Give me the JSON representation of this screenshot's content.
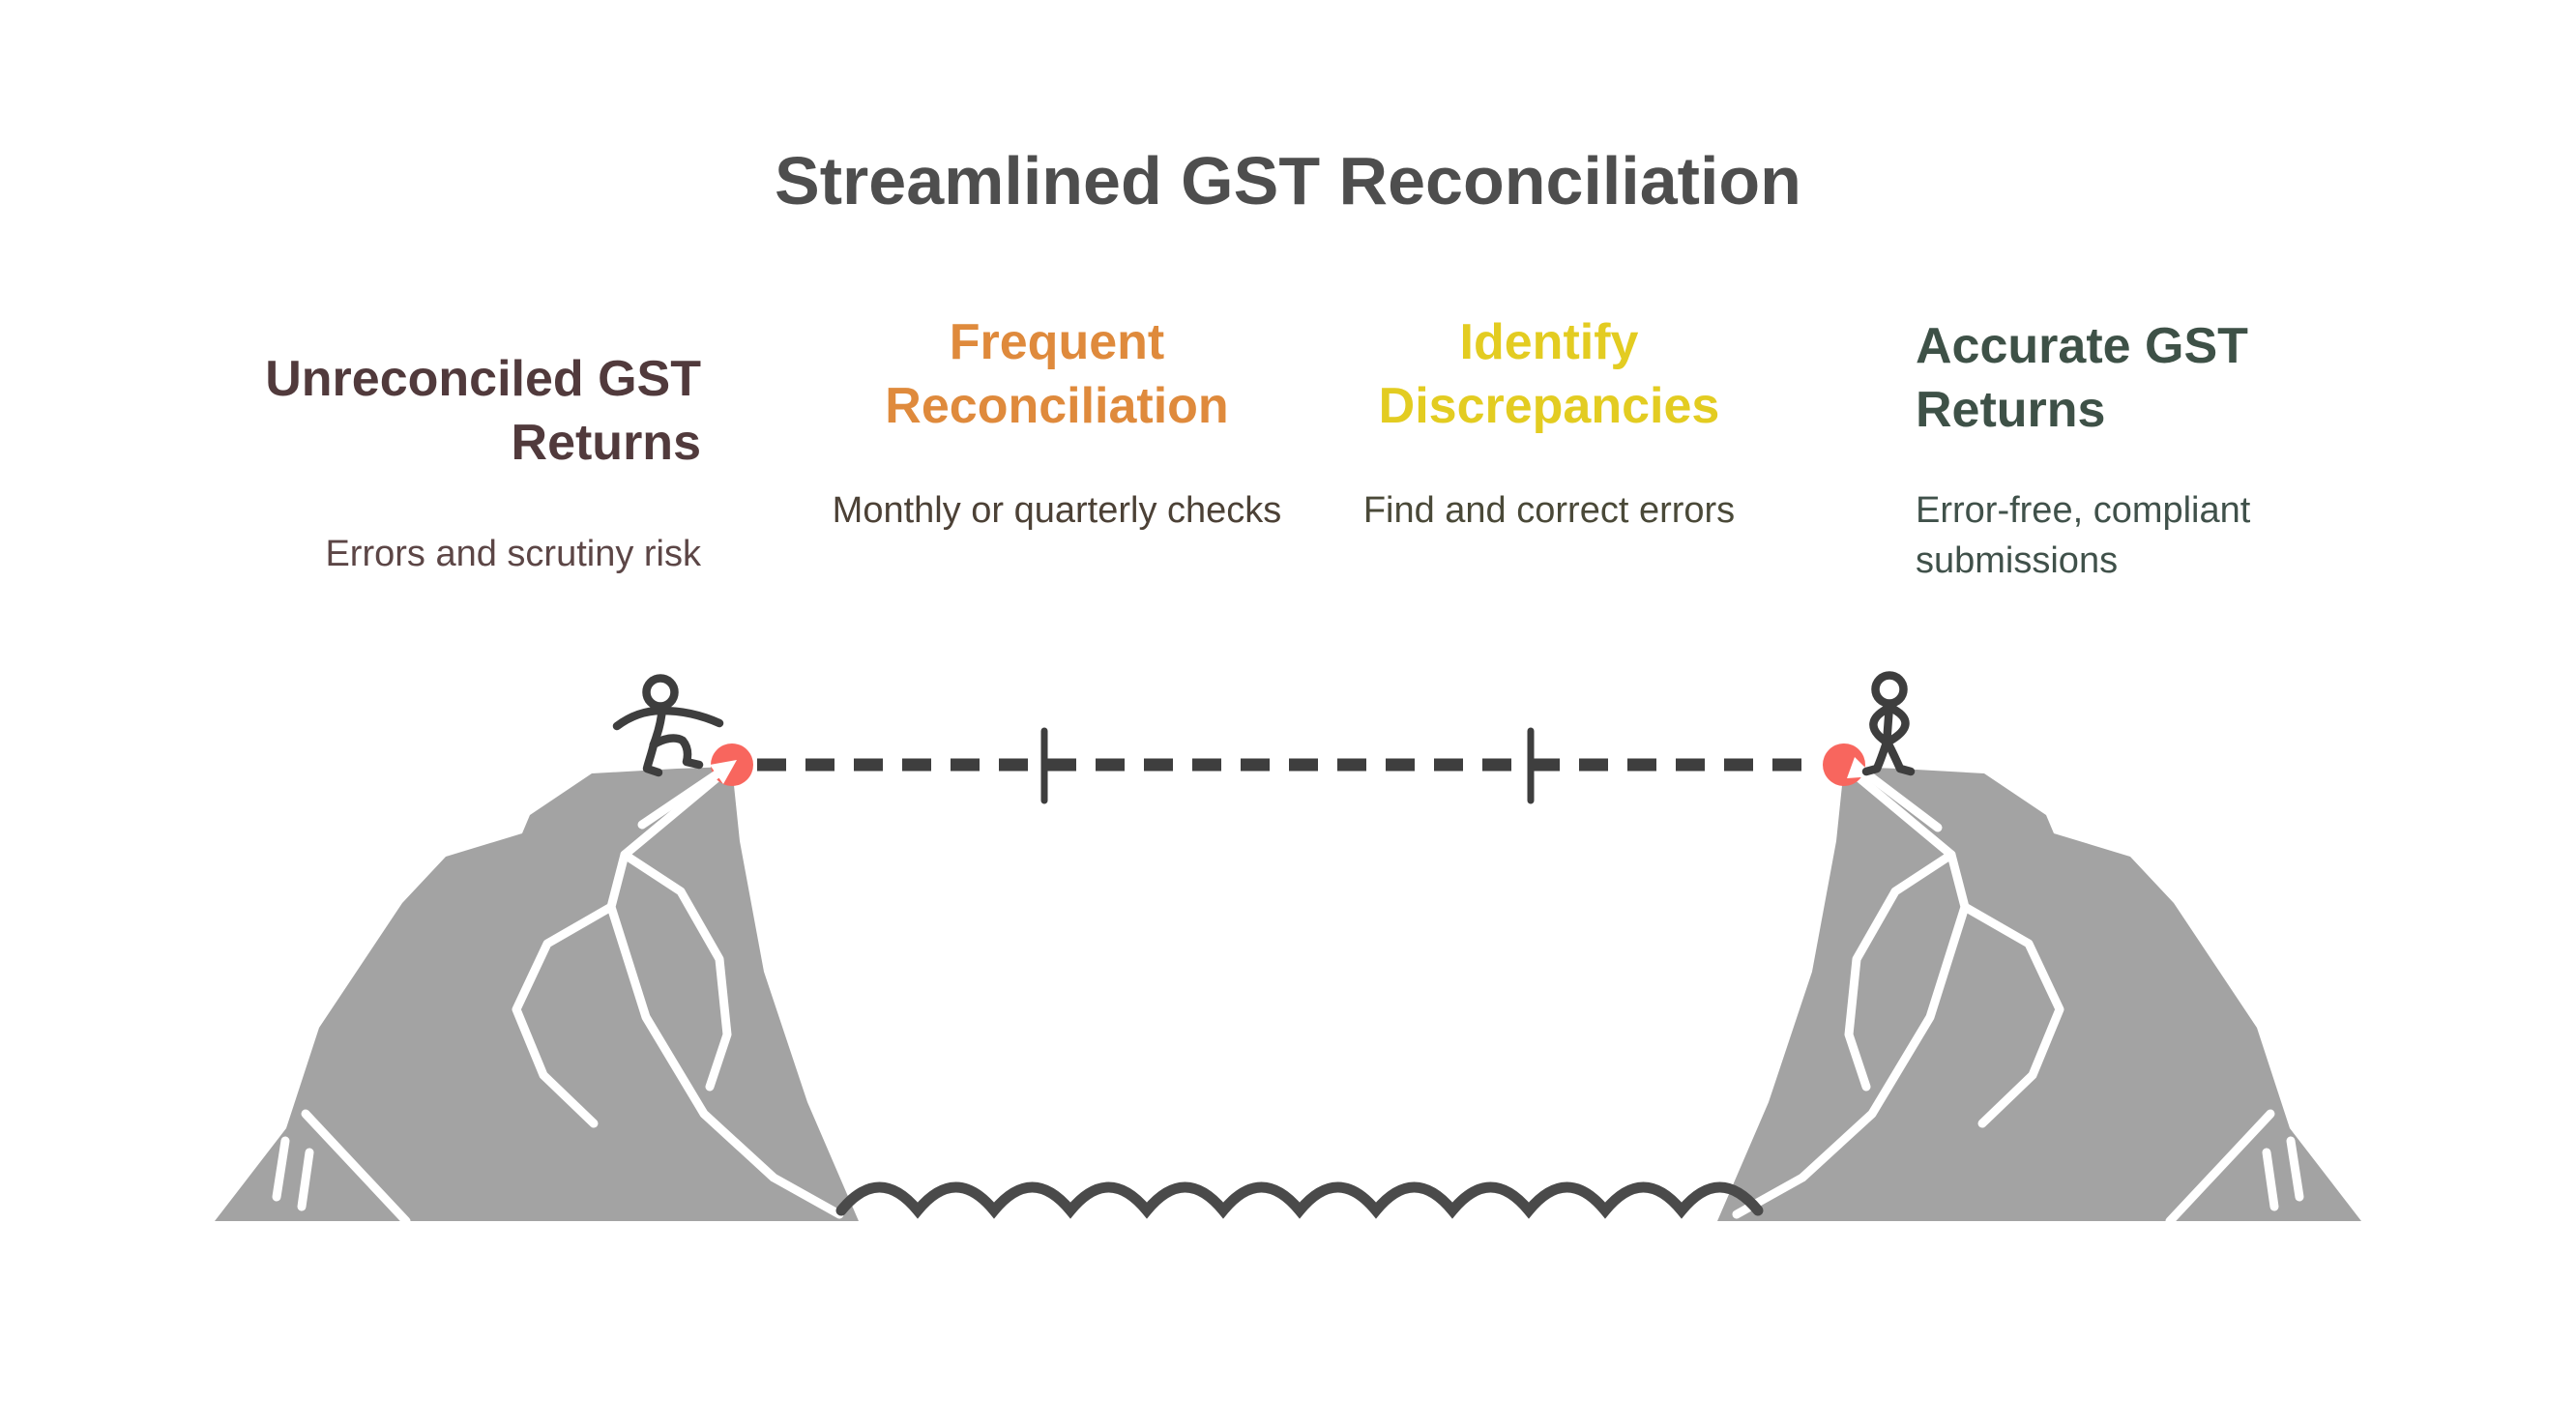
{
  "title": "Streamlined GST Reconciliation",
  "columns": [
    {
      "heading": "Unreconciled GST Returns",
      "body": "Errors and scrutiny risk",
      "heading_color": "#513a3c",
      "body_color": "#5c4646"
    },
    {
      "heading": "Frequent Reconciliation",
      "body": "Monthly or quarterly checks",
      "heading_color": "#df8a3c",
      "body_color": "#4c4136"
    },
    {
      "heading": "Identify Discrepancies",
      "body": "Find and correct errors",
      "heading_color": "#e3cc21",
      "body_color": "#4a4938"
    },
    {
      "heading": "Accurate GST Returns",
      "body": "Error-free, compliant submissions",
      "heading_color": "#3e5147",
      "body_color": "#40514a"
    }
  ],
  "scene": {
    "icons": {
      "start_marker": "arrow-northeast-icon",
      "end_marker": "arrow-southeast-icon",
      "left_figure": "walking-stick-figure-icon",
      "right_figure": "standing-stick-figure-icon"
    },
    "rope_ticks": 2
  },
  "colors": {
    "title_ink": "#4e4e4e",
    "ink": "#3e3e3e",
    "cliff": "#a3a3a3",
    "water": "#4a4a4a",
    "accent": "#f8665e"
  }
}
